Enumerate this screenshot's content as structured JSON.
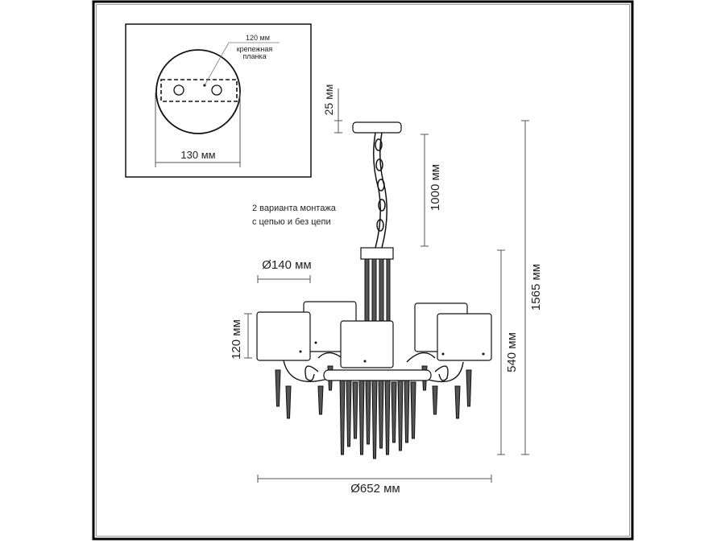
{
  "inset": {
    "bracket_size": "120 мм",
    "bracket_label_line1": "крепежная",
    "bracket_label_line2": "планка",
    "canopy_diameter": "130 мм"
  },
  "note": {
    "line1": "2 варианта монтажа",
    "line2": "с цепью и без цепи"
  },
  "dimensions": {
    "canopy_height": "25 мм",
    "chain_length": "1000 мм",
    "total_height": "1565 мм",
    "body_height": "540 мм",
    "shade_diameter": "Ø140 мм",
    "shade_height": "120 мм",
    "overall_diameter": "Ø652 мм"
  },
  "colors": {
    "line": "#111111",
    "frame": "#000000"
  }
}
